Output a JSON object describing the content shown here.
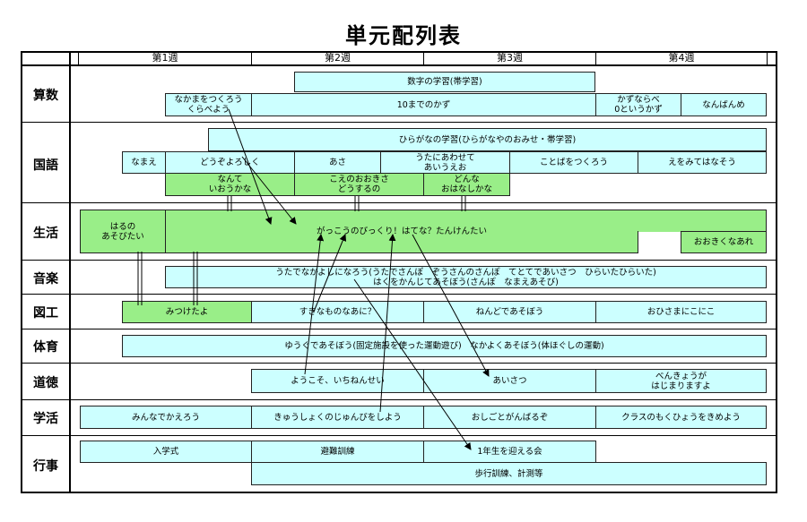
{
  "title": "単元配列表",
  "weeks": [
    "第1週",
    "第2週",
    "第3週",
    "第4週"
  ],
  "subjects": [
    "算数",
    "国語",
    "生活",
    "音楽",
    "図工",
    "体育",
    "道徳",
    "学活",
    "行事"
  ],
  "math": {
    "b1": "数字の学習(帯学習)",
    "b2": "なかまをつくろう\nくらべよう",
    "b3": "10までのかず",
    "b4": "かずならべ\n0というかず",
    "b5": "なんばんめ"
  },
  "japanese": {
    "b1": "ひらがなの学習(ひらがなやのおみせ・帯学習)",
    "b2": "なまえ",
    "b3": "どうぞよろしく",
    "b4": "あさ",
    "b5": "うたにあわせて\nあいうえお",
    "b6": "ことばをつくろう",
    "b7": "えをみてはなそう",
    "b8": "なんて\nいおうかな",
    "b9": "こえのおおきさ\nどうするの",
    "b10": "どんな\nおはなしかな"
  },
  "life": {
    "b1": "はるの\nあそびたい",
    "b2": "がっこうのびっくり！はてな？たんけんたい",
    "b3": "おおきくなあれ"
  },
  "music": {
    "b1": "うたでなかよしになろう(うたでさんぽ　ぞうさんのさんぽ　てとてであいさつ　ひらいたひらいた)\nはくをかんじてあそぼう(さんぽ　なまえあそび)"
  },
  "art": {
    "b1": "みつけたよ",
    "b2": "すきなものなあに？",
    "b3": "ねんどであそぼう",
    "b4": "おひさまにこにこ"
  },
  "pe": {
    "b1": "ゆうぐであそぼう(固定施設を使った運動遊び)　なかよくあそぼう(体ほぐしの運動)"
  },
  "moral": {
    "b1": "ようこそ、いちねんせい",
    "b2": "あいさつ",
    "b3": "べんきょうが\nはじまりますよ"
  },
  "class": {
    "b1": "みんなでかえろう",
    "b2": "きゅうしょくのじゅんびをしよう",
    "b3": "おしごとがんばるぞ",
    "b4": "クラスのもくひょうをきめよう"
  },
  "events": {
    "b1": "入学式",
    "b2": "避難訓練",
    "b3": "1年生を迎える会",
    "b4": "歩行訓練、計測等"
  },
  "colors": {
    "cyan": "#ccffff",
    "green": "#99ee88",
    "line": "#000000"
  }
}
